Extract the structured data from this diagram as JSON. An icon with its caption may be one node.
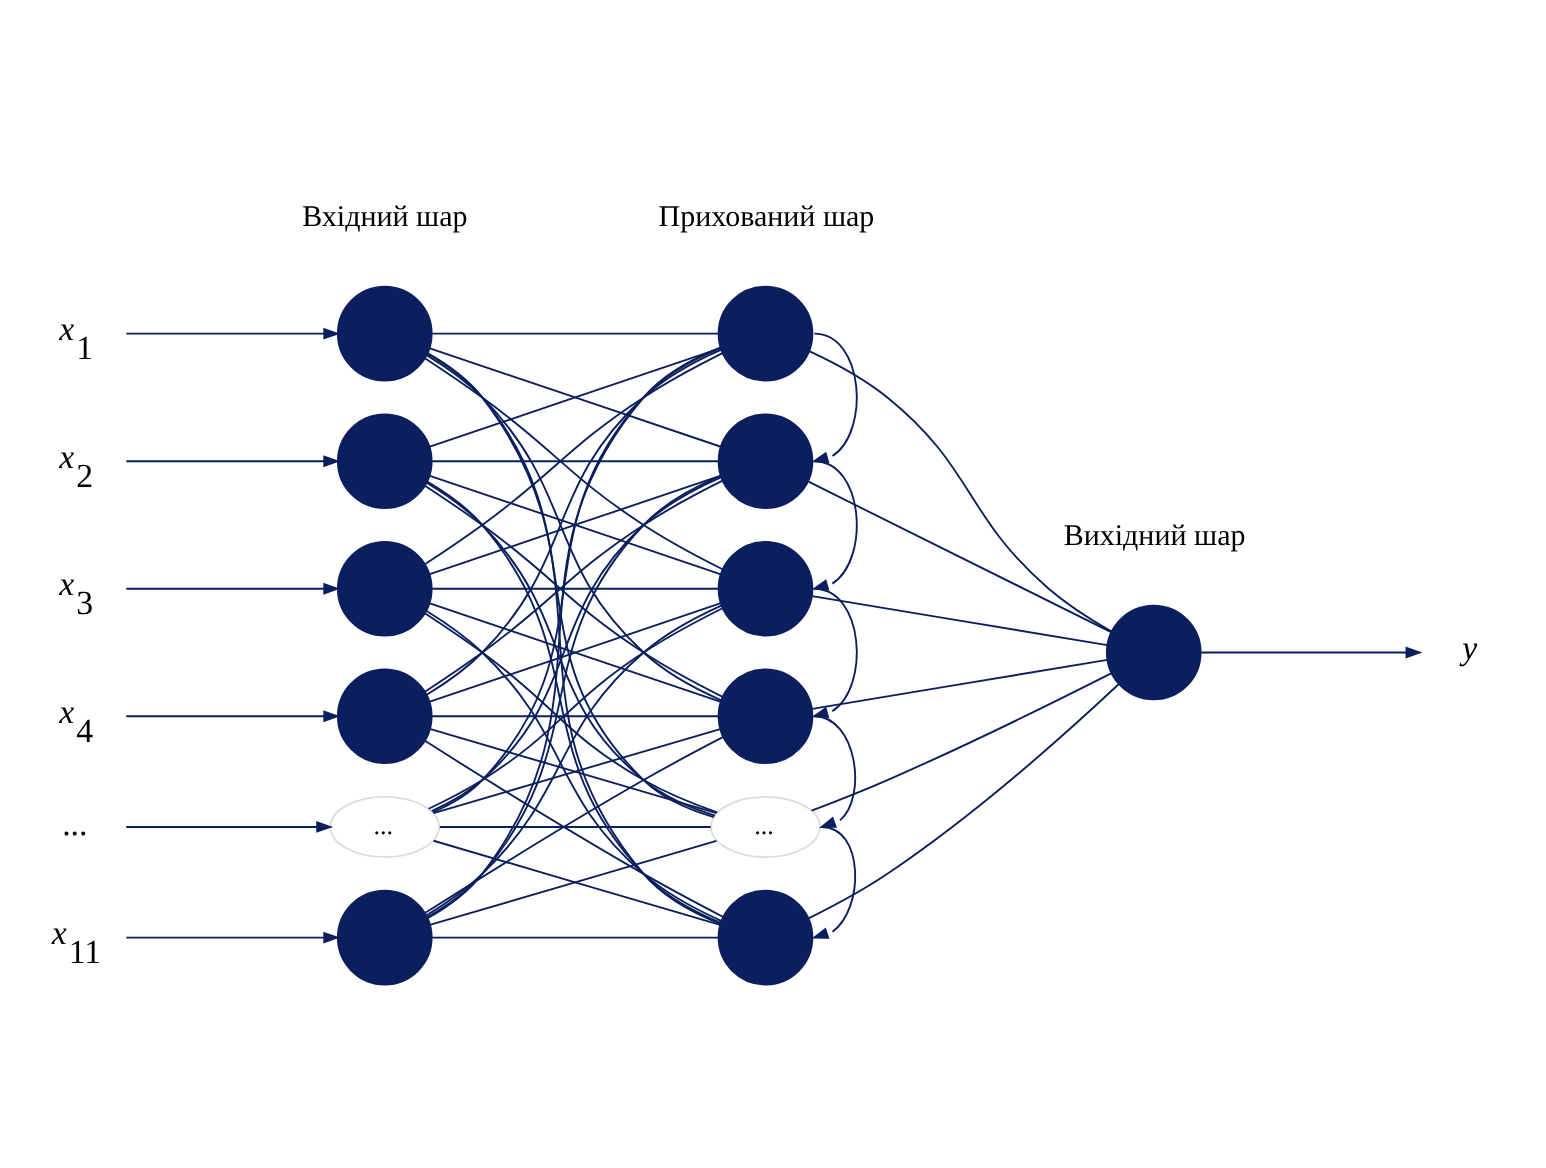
{
  "diagram": {
    "nodes": [
      {
        "text": [
          "x$_{1}$"
        ]
      },
      {
        "text": [
          "x$_{2}$"
        ]
      },
      {
        "text": [
          "x$_{3}$"
        ]
      },
      {
        "text": [
          "x$_{4}$"
        ]
      },
      {
        "text": [
          "..."
        ]
      },
      {
        "text": [
          "x$_{11}$"
        ]
      },
      {
        "text": [],
        "shape": "circle"
      },
      {
        "text": [],
        "shape": "circle"
      },
      {
        "text": [],
        "shape": "circle"
      },
      {
        "text": [],
        "shape": "circle"
      },
      {
        "text": [
          "..."
        ]
      },
      {
        "text": [],
        "shape": "circle"
      },
      {
        "text": [],
        "shape": "circle"
      },
      {
        "text": [],
        "shape": "circle"
      },
      {
        "text": [],
        "shape": "circle"
      },
      {
        "text": [],
        "shape": "circle"
      },
      {
        "text": [
          "..."
        ]
      },
      {
        "text": [],
        "shape": "circle"
      },
      {
        "text": [],
        "shape": "circle"
      },
      {
        "text": [
          "y"
        ]
      }
    ],
    "edges": [
      {
        "from": 0,
        "to": 6,
        "arrow": "to"
      },
      {
        "from": 1,
        "to": 7,
        "arrow": "to"
      },
      {
        "from": 2,
        "to": 8,
        "arrow": "to"
      },
      {
        "from": 3,
        "to": 9,
        "arrow": "to"
      },
      {
        "from": 4,
        "to": 10,
        "arrow": "to"
      },
      {
        "from": 5,
        "to": 11,
        "arrow": "to"
      },
      {
        "from": 6,
        "to": 12,
        "arrow": "none"
      },
      {
        "from": 6,
        "to": 13,
        "arrow": "none"
      },
      {
        "from": 6,
        "to": 14,
        "arrow": "none"
      },
      {
        "from": 6,
        "to": 15,
        "arrow": "none"
      },
      {
        "from": 6,
        "to": 16,
        "arrow": "none"
      },
      {
        "from": 6,
        "to": 17,
        "arrow": "none"
      },
      {
        "from": 7,
        "to": 12,
        "arrow": "none"
      },
      {
        "from": 7,
        "to": 13,
        "arrow": "none"
      },
      {
        "from": 7,
        "to": 14,
        "arrow": "none"
      },
      {
        "from": 7,
        "to": 15,
        "arrow": "none"
      },
      {
        "from": 7,
        "to": 16,
        "arrow": "none"
      },
      {
        "from": 7,
        "to": 17,
        "arrow": "none"
      },
      {
        "from": 8,
        "to": 12,
        "arrow": "none"
      },
      {
        "from": 8,
        "to": 13,
        "arrow": "none"
      },
      {
        "from": 8,
        "to": 14,
        "arrow": "none"
      },
      {
        "from": 8,
        "to": 15,
        "arrow": "none"
      },
      {
        "from": 8,
        "to": 16,
        "arrow": "none"
      },
      {
        "from": 8,
        "to": 17,
        "arrow": "none"
      },
      {
        "from": 9,
        "to": 12,
        "arrow": "none"
      },
      {
        "from": 9,
        "to": 13,
        "arrow": "none"
      },
      {
        "from": 9,
        "to": 14,
        "arrow": "none"
      },
      {
        "from": 9,
        "to": 15,
        "arrow": "none"
      },
      {
        "from": 9,
        "to": 16,
        "arrow": "none"
      },
      {
        "from": 9,
        "to": 17,
        "arrow": "none"
      },
      {
        "from": 10,
        "to": 12,
        "arrow": "none"
      },
      {
        "from": 10,
        "to": 13,
        "arrow": "none"
      },
      {
        "from": 10,
        "to": 14,
        "arrow": "none"
      },
      {
        "from": 10,
        "to": 15,
        "arrow": "none"
      },
      {
        "from": 10,
        "to": 16,
        "arrow": "none"
      },
      {
        "from": 10,
        "to": 17,
        "arrow": "none"
      },
      {
        "from": 11,
        "to": 12,
        "arrow": "none"
      },
      {
        "from": 11,
        "to": 13,
        "arrow": "none"
      },
      {
        "from": 11,
        "to": 14,
        "arrow": "none"
      },
      {
        "from": 11,
        "to": 15,
        "arrow": "none"
      },
      {
        "from": 11,
        "to": 16,
        "arrow": "none"
      },
      {
        "from": 11,
        "to": 17,
        "arrow": "none"
      },
      {
        "from": 12,
        "to": 13,
        "arrow": "to"
      },
      {
        "from": 13,
        "to": 14,
        "arrow": "to"
      },
      {
        "from": 14,
        "to": 15,
        "arrow": "to"
      },
      {
        "from": 15,
        "to": 16,
        "arrow": "to"
      },
      {
        "from": 16,
        "to": 17,
        "arrow": "to"
      },
      {
        "from": 12,
        "to": 18,
        "arrow": "none"
      },
      {
        "from": 13,
        "to": 18,
        "arrow": "none"
      },
      {
        "from": 14,
        "to": 18,
        "arrow": "none"
      },
      {
        "from": 15,
        "to": 18,
        "arrow": "none"
      },
      {
        "from": 16,
        "to": 18,
        "arrow": "none"
      },
      {
        "from": 17,
        "to": 18,
        "arrow": "none"
      },
      {
        "from": 18,
        "to": 19,
        "arrow": "to"
      }
    ],
    "labels": [
      "Вхідний шар",
      "Прихований шар",
      "Вихідний шар"
    ]
  }
}
